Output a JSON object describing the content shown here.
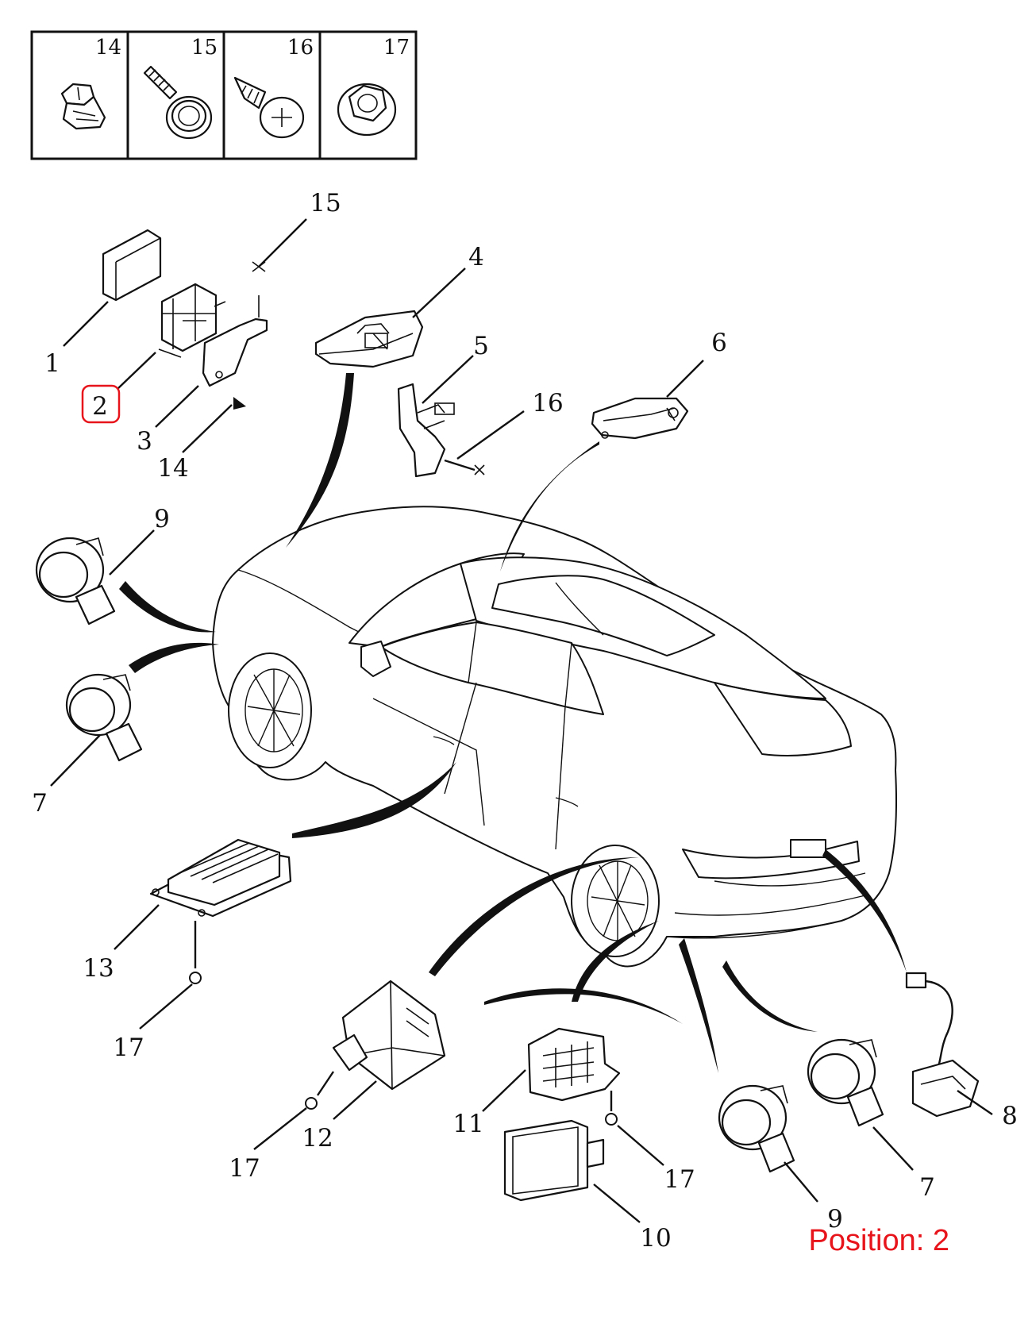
{
  "legend": {
    "cells": [
      {
        "number": "14",
        "icon": "push-clip-icon"
      },
      {
        "number": "15",
        "icon": "flange-bolt-icon"
      },
      {
        "number": "16",
        "icon": "self-tapping-screw-icon"
      },
      {
        "number": "17",
        "icon": "flange-nut-icon"
      }
    ]
  },
  "callouts": {
    "c1": "1",
    "c2": "2",
    "c3": "3",
    "c4": "4",
    "c5": "5",
    "c6": "6",
    "c7a": "7",
    "c7b": "7",
    "c8": "8",
    "c9a": "9",
    "c9b": "9",
    "c10": "10",
    "c11": "11",
    "c12": "12",
    "c13": "13",
    "c14": "14",
    "c15": "15",
    "c16": "16",
    "c17a": "17",
    "c17b": "17",
    "c17c": "17"
  },
  "highlight": {
    "callout": "2",
    "color": "#e8141b"
  },
  "position_label": "Position: 2"
}
